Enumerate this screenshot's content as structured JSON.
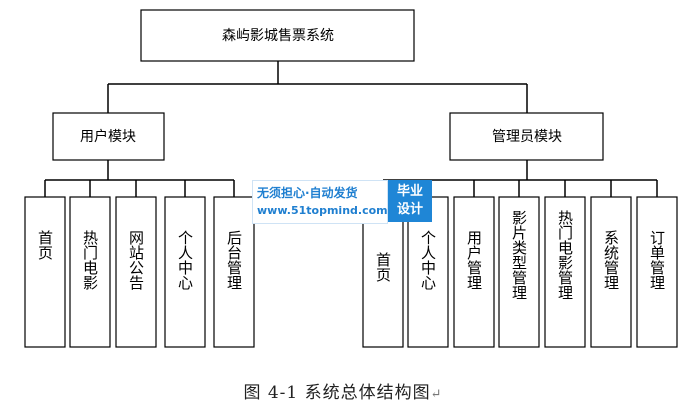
{
  "root": {
    "label": "森屿影城售票系统"
  },
  "user_module": {
    "label": "用户模块",
    "children": [
      "首页",
      "热门电影",
      "网站公告",
      "个人中心",
      "后台管理"
    ]
  },
  "admin_module": {
    "label": "管理员模块",
    "children": [
      "首页",
      "个人中心",
      "用户管理",
      "影片类型管理",
      "热门电影管理",
      "系统管理",
      "订单管理"
    ]
  },
  "caption": {
    "text": "图 4-1  系统总体结构图",
    "return_mark": "↵"
  },
  "watermark": {
    "line1": "无须担心·自动发货",
    "line2": "www.51topmind.com",
    "badge_line1": "毕业",
    "badge_line2": "设计"
  }
}
